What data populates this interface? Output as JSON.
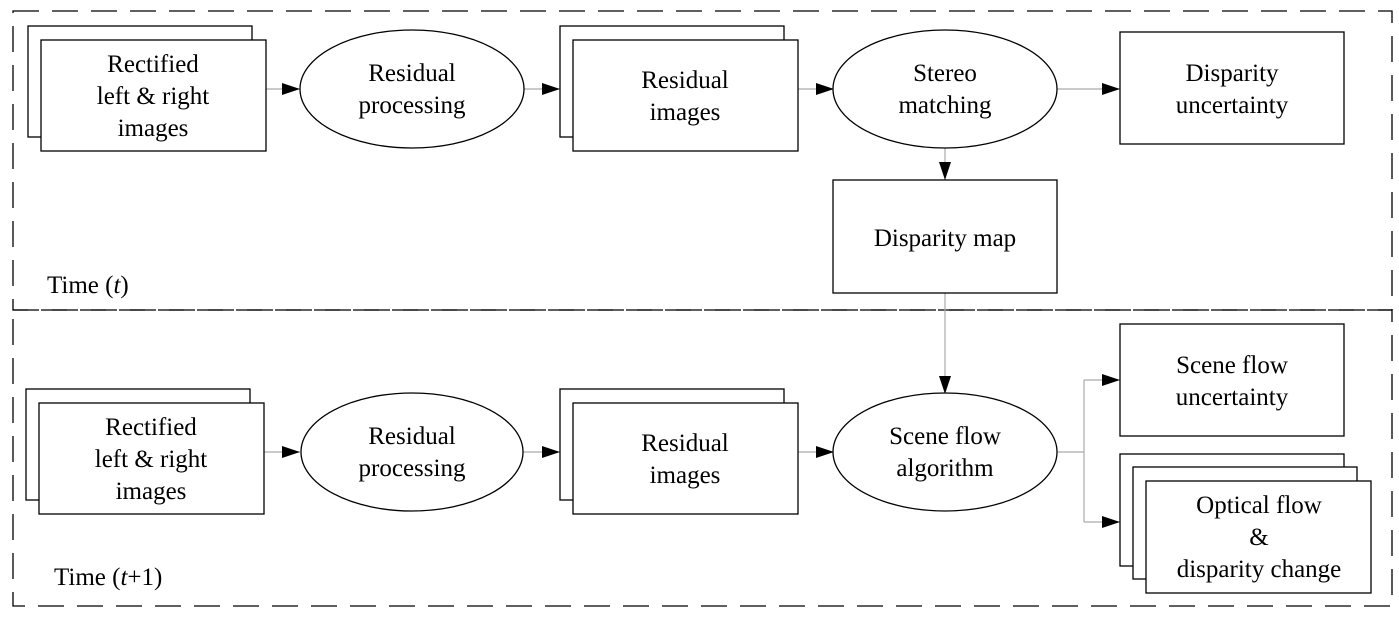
{
  "sections": {
    "time_t": [
      "Time (",
      "t",
      ")"
    ],
    "time_t1": [
      "Time (",
      "t",
      "+1)"
    ]
  },
  "nodes": {
    "rect_top": [
      "Rectified",
      "left & right",
      "images"
    ],
    "resproc_top": [
      "Residual",
      "processing"
    ],
    "resimg_top": [
      "Residual",
      "images"
    ],
    "stereo": [
      "Stereo",
      "matching"
    ],
    "disp_unc": [
      "Disparity",
      "uncertainty"
    ],
    "disp_map": [
      "Disparity map"
    ],
    "rect_bot": [
      "Rectified",
      "left & right",
      "images"
    ],
    "resproc_bot": [
      "Residual",
      "processing"
    ],
    "resimg_bot": [
      "Residual",
      "images"
    ],
    "sceneflow": [
      "Scene flow",
      "algorithm"
    ],
    "sf_unc": [
      "Scene flow",
      "uncertainty"
    ],
    "optflow": [
      "Optical flow",
      "&",
      "disparity change"
    ]
  },
  "colors": {
    "stroke": "#000000",
    "link": "#aaaaaa"
  }
}
